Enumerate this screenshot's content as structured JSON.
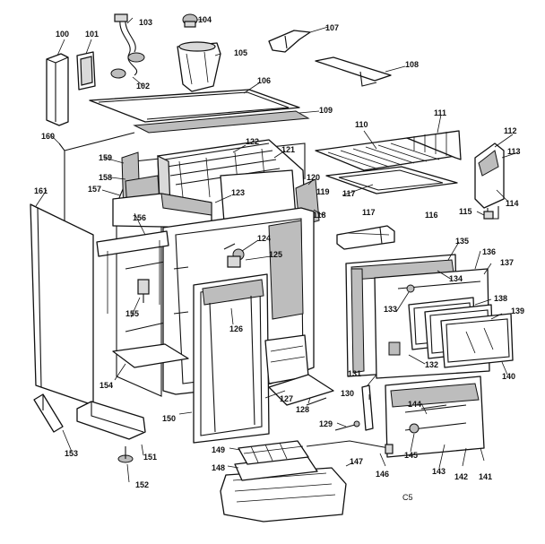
{
  "diagram": {
    "code": "C5",
    "labels": [
      "100",
      "101",
      "102",
      "103",
      "104",
      "105",
      "106",
      "107",
      "108",
      "109",
      "110",
      "111",
      "112",
      "113",
      "114",
      "115",
      "116",
      "117",
      "117",
      "118",
      "119",
      "120",
      "121",
      "122",
      "123",
      "124",
      "125",
      "126",
      "127",
      "128",
      "129",
      "130",
      "131",
      "132",
      "133",
      "134",
      "135",
      "136",
      "137",
      "138",
      "139",
      "140",
      "141",
      "142",
      "143",
      "144",
      "145",
      "146",
      "147",
      "148",
      "149",
      "150",
      "151",
      "152",
      "153",
      "154",
      "155",
      "156",
      "157",
      "158",
      "159",
      "160",
      "161"
    ]
  }
}
